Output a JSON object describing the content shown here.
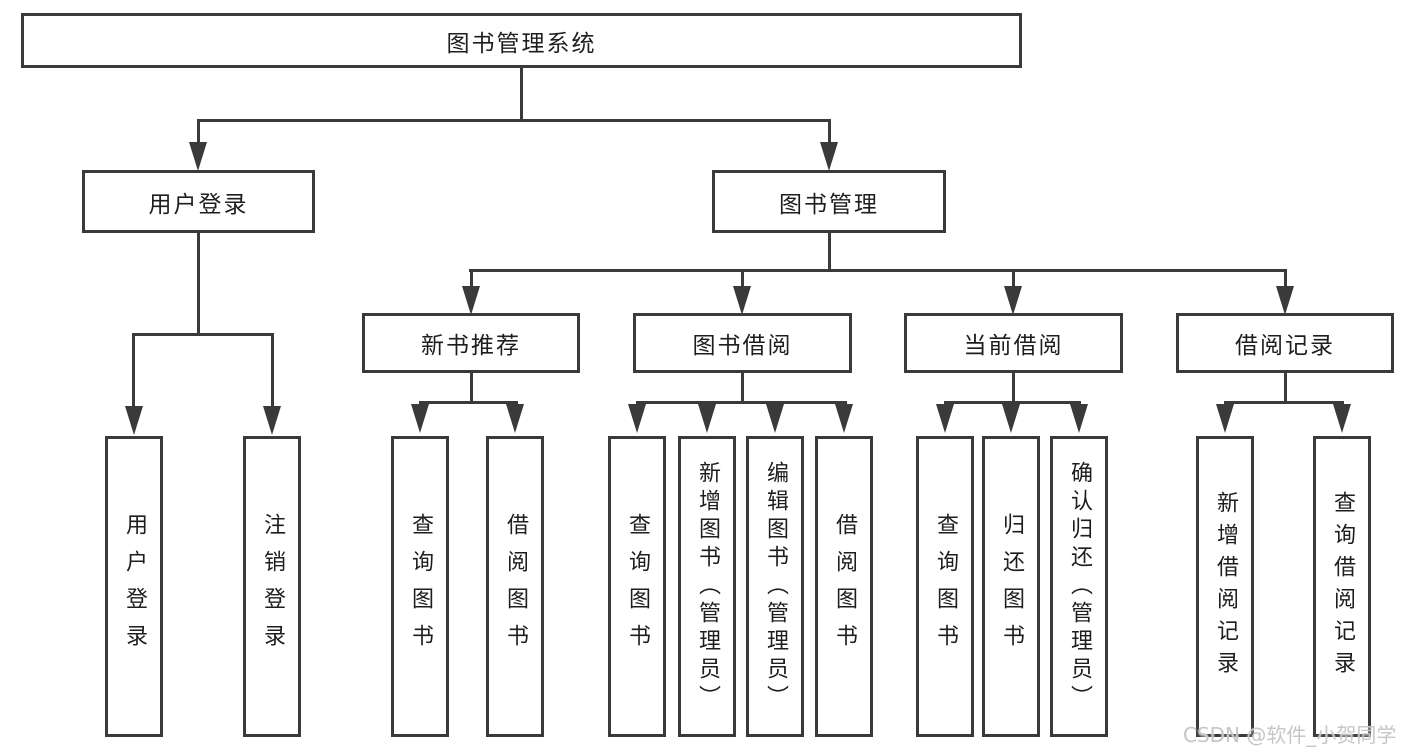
{
  "diagram": {
    "type": "hierarchy-tree",
    "colors": {
      "stroke": "#3a3a3a",
      "text": "#1e1e1e",
      "background": "#ffffff",
      "watermark": "#c6c6c6"
    },
    "tree": {
      "root": {
        "label": "图书管理系统"
      },
      "children": [
        {
          "label": "用户登录",
          "children": [
            {
              "label": "用户登录"
            },
            {
              "label": "注销登录"
            }
          ]
        },
        {
          "label": "图书管理",
          "children": [
            {
              "label": "新书推荐",
              "children": [
                {
                  "label": "查询图书"
                },
                {
                  "label": "借阅图书"
                }
              ]
            },
            {
              "label": "图书借阅",
              "children": [
                {
                  "label": "查询图书"
                },
                {
                  "label": "新增图书（管理员）"
                },
                {
                  "label": "编辑图书（管理员）"
                },
                {
                  "label": "借阅图书"
                }
              ]
            },
            {
              "label": "当前借阅",
              "children": [
                {
                  "label": "查询图书"
                },
                {
                  "label": "归还图书"
                },
                {
                  "label": "确认归还（管理员）"
                }
              ]
            },
            {
              "label": "借阅记录",
              "children": [
                {
                  "label": "新增借阅记录"
                },
                {
                  "label": "查询借阅记录"
                }
              ]
            }
          ]
        }
      ]
    }
  },
  "watermark": {
    "text": "CSDN @软件_小贺同学"
  }
}
